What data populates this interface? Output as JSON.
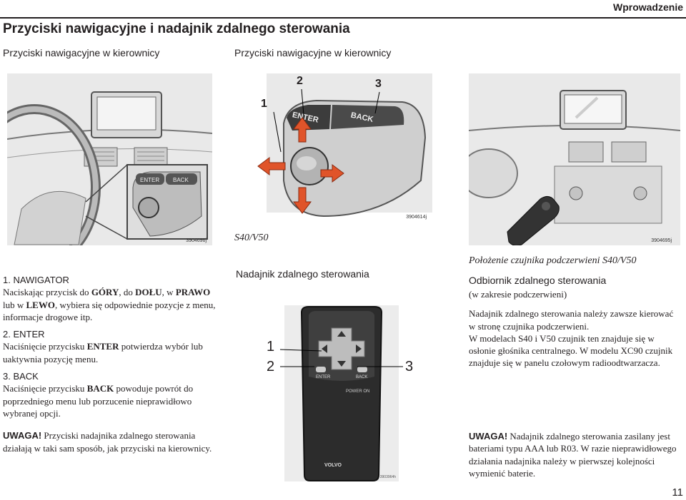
{
  "header": {
    "section": "Wprowadzenie",
    "title": "Przyciski nawigacyjne i nadajnik zdalnego sterowania",
    "subheading_left": "Przyciski nawigacyjne w kierownicy",
    "subheading_mid": "Przyciski nawigacyjne w kierownicy"
  },
  "figures": {
    "steering": {
      "ref": "3904696j",
      "button_enter": "ENTER",
      "button_back": "BACK"
    },
    "closeup": {
      "ref": "3904614j",
      "callouts": [
        "1",
        "2",
        "3"
      ],
      "button_enter": "ENTER",
      "button_back": "BACK"
    },
    "dash": {
      "ref": "3904695j"
    },
    "remote": {
      "ref": "3903964h",
      "callouts": [
        "1",
        "2",
        "3"
      ],
      "button_enter": "ENTER",
      "button_back": "BACK",
      "power_label": "POWER\nON",
      "brand": "VOLVO"
    }
  },
  "captions": {
    "s40": "S40/V50",
    "sensor": "Położenie czujnika podczerwieni S40/V50"
  },
  "left_column": {
    "item1": {
      "title": "1. NAWIGATOR",
      "t1": "Naciskając przycisk do ",
      "b1": "GÓRY",
      "t2": ", do ",
      "b2": "DOŁU",
      "t3": ", w ",
      "b3": "PRAWO",
      "t4": " lub w ",
      "b4": "LEWO",
      "t5": ", wybiera się odpowiednie pozycje z menu, informacje drogowe itp."
    },
    "item2": {
      "title": "2. ENTER",
      "t1": "Naciśnięcie przycisku ",
      "b1": "ENTER",
      "t2": " potwierdza wybór lub uaktywnia pozycję menu."
    },
    "item3": {
      "title": "3. BACK",
      "t1": "Naciśnięcie przycisku ",
      "b1": "BACK",
      "t2": " powoduje powrót do poprzedniego menu lub porzucenie nieprawidłowo wybranej opcji."
    },
    "note": {
      "label": "UWAGA!",
      "text": " Przyciski nadajnika zdalnego sterowania działają w taki sam sposób, jak przyciski na kierownicy."
    }
  },
  "mid_column": {
    "heading": "Nadajnik zdalnego sterowania"
  },
  "right_column": {
    "heading": "Odbiornik zdalnego sterowania",
    "subheading": "(w zakresie podczerwieni)",
    "para1": "Nadajnik zdalnego sterowania należy zawsze kierować w stronę czujnika podczerwieni.",
    "para2": "W modelach S40 i V50 czujnik ten znajduje się w osłonie głośnika centralnego. W modelu XC90 czujnik znajduje się w panelu czołowym radioodtwarzacza.",
    "note_label": "UWAGA!",
    "note_text": " Nadajnik zdalnego sterowania zasilany jest bateriami typu AAA lub R03. W razie nieprawidłowego działania nadajnika należy w pierwszej kolejności wymienić baterie."
  },
  "page_number": "11"
}
